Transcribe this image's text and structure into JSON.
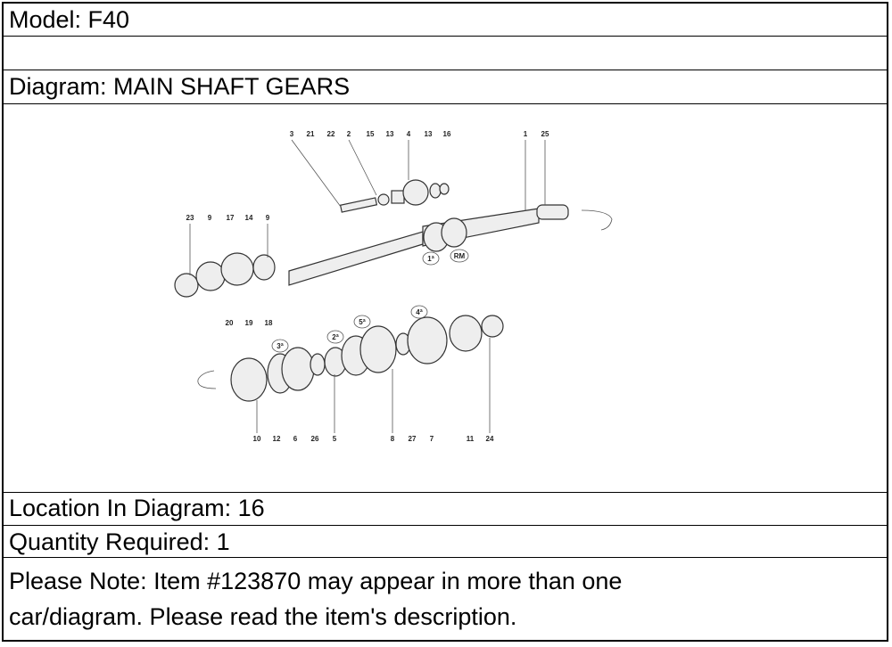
{
  "model": "Model: F40",
  "blank_row": "",
  "diagram_title": "Diagram: MAIN SHAFT GEARS",
  "diagram": {
    "callouts_top": [
      "3",
      "21",
      "22",
      "2",
      "15",
      "13",
      "4",
      "13",
      "16",
      "1",
      "25"
    ],
    "callouts_left": [
      "23",
      "9",
      "17",
      "14",
      "9"
    ],
    "callouts_mid": [
      "20",
      "19",
      "18"
    ],
    "callouts_bottom": [
      "10",
      "12",
      "6",
      "26",
      "5",
      "8",
      "27",
      "7",
      "11",
      "24"
    ],
    "gear_badges": [
      "1ª",
      "RM",
      "3ª",
      "2ª",
      "5ª",
      "4ª"
    ]
  },
  "location": "Location In Diagram: 16",
  "quantity": "Quantity Required: 1",
  "note_line1": "Please Note: Item #123870 may appear in more than one",
  "note_line2": "car/diagram. Please read the item's description."
}
